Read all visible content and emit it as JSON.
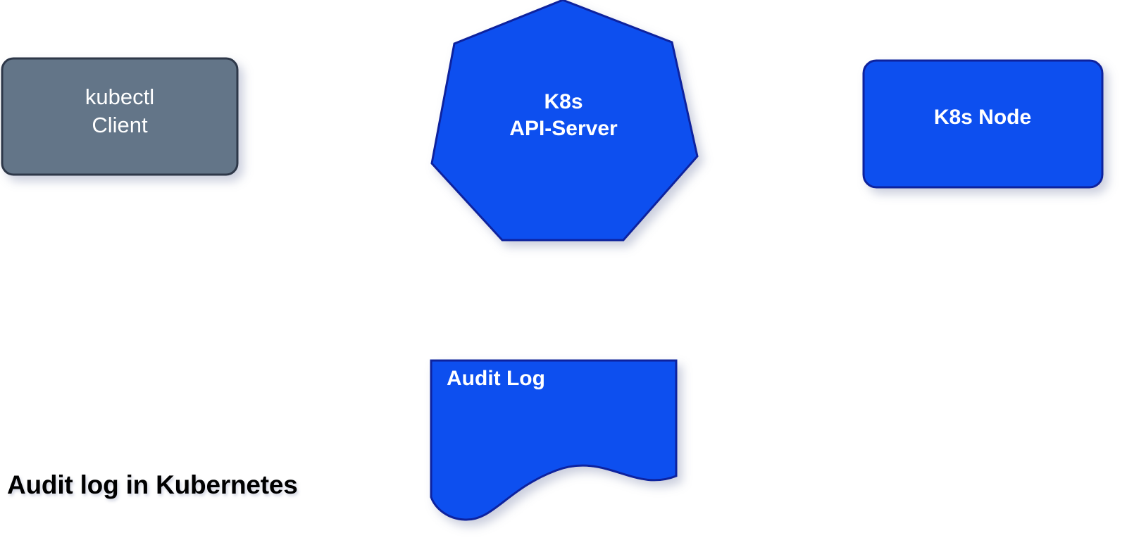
{
  "diagram": {
    "caption": "Audit log in Kubernetes",
    "background_color": "#ffffff",
    "palette": {
      "blue_fill": "#0B4FEF",
      "blue_stroke": "#10249E",
      "gray_fill": "#647588",
      "gray_stroke": "#2D3748",
      "text_on_shape": "#ffffff",
      "caption_color": "#000000",
      "connector_color": "#000000"
    },
    "nodes": [
      {
        "id": "kubectl-client",
        "label": "kubectl\nClient",
        "shape": "rounded-rectangle",
        "fill": "#647588",
        "stroke": "#2D3748",
        "text_color": "#ffffff",
        "bold": false
      },
      {
        "id": "k8s-api-server",
        "label": "K8s\nAPI-Server",
        "shape": "heptagon",
        "fill": "#0B4FEF",
        "stroke": "#10249E",
        "text_color": "#ffffff",
        "bold": true
      },
      {
        "id": "k8s-node",
        "label": "K8s Node",
        "shape": "rounded-rectangle",
        "fill": "#0B4FEF",
        "stroke": "#10249E",
        "text_color": "#ffffff",
        "bold": true
      },
      {
        "id": "audit-log",
        "label": "Audit Log",
        "shape": "document",
        "fill": "#0B4FEF",
        "stroke": "#10249E",
        "text_color": "#ffffff",
        "bold": true
      }
    ],
    "connectors": [
      {
        "id": "kubectl-to-apiserver",
        "from": "kubectl-client",
        "to": "k8s-api-server",
        "direction": "right",
        "arrowhead": "filled-triangle"
      },
      {
        "id": "apiserver-to-node",
        "from": "k8s-api-server",
        "to": "k8s-node",
        "direction": "right",
        "arrowhead": "filled-triangle"
      },
      {
        "id": "apiserver-to-auditlog",
        "from": "k8s-api-server",
        "to": "audit-log",
        "direction": "down",
        "arrowhead": "filled-triangle"
      }
    ]
  }
}
